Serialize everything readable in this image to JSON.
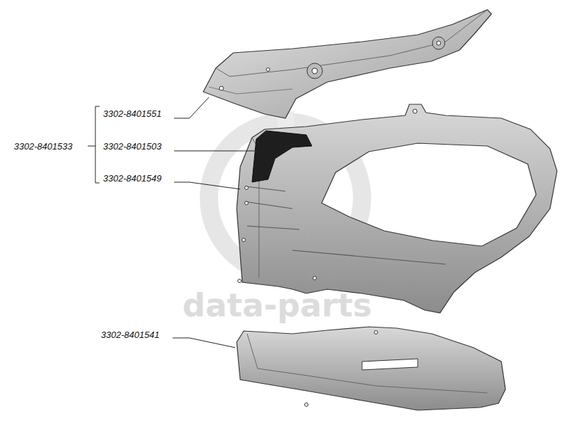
{
  "diagram": {
    "labels": [
      "3302-8401551",
      "3302-8401533",
      "3302-8401503",
      "3302-8401549",
      "3302-8401541",
      "data-parts"
    ]
  }
}
